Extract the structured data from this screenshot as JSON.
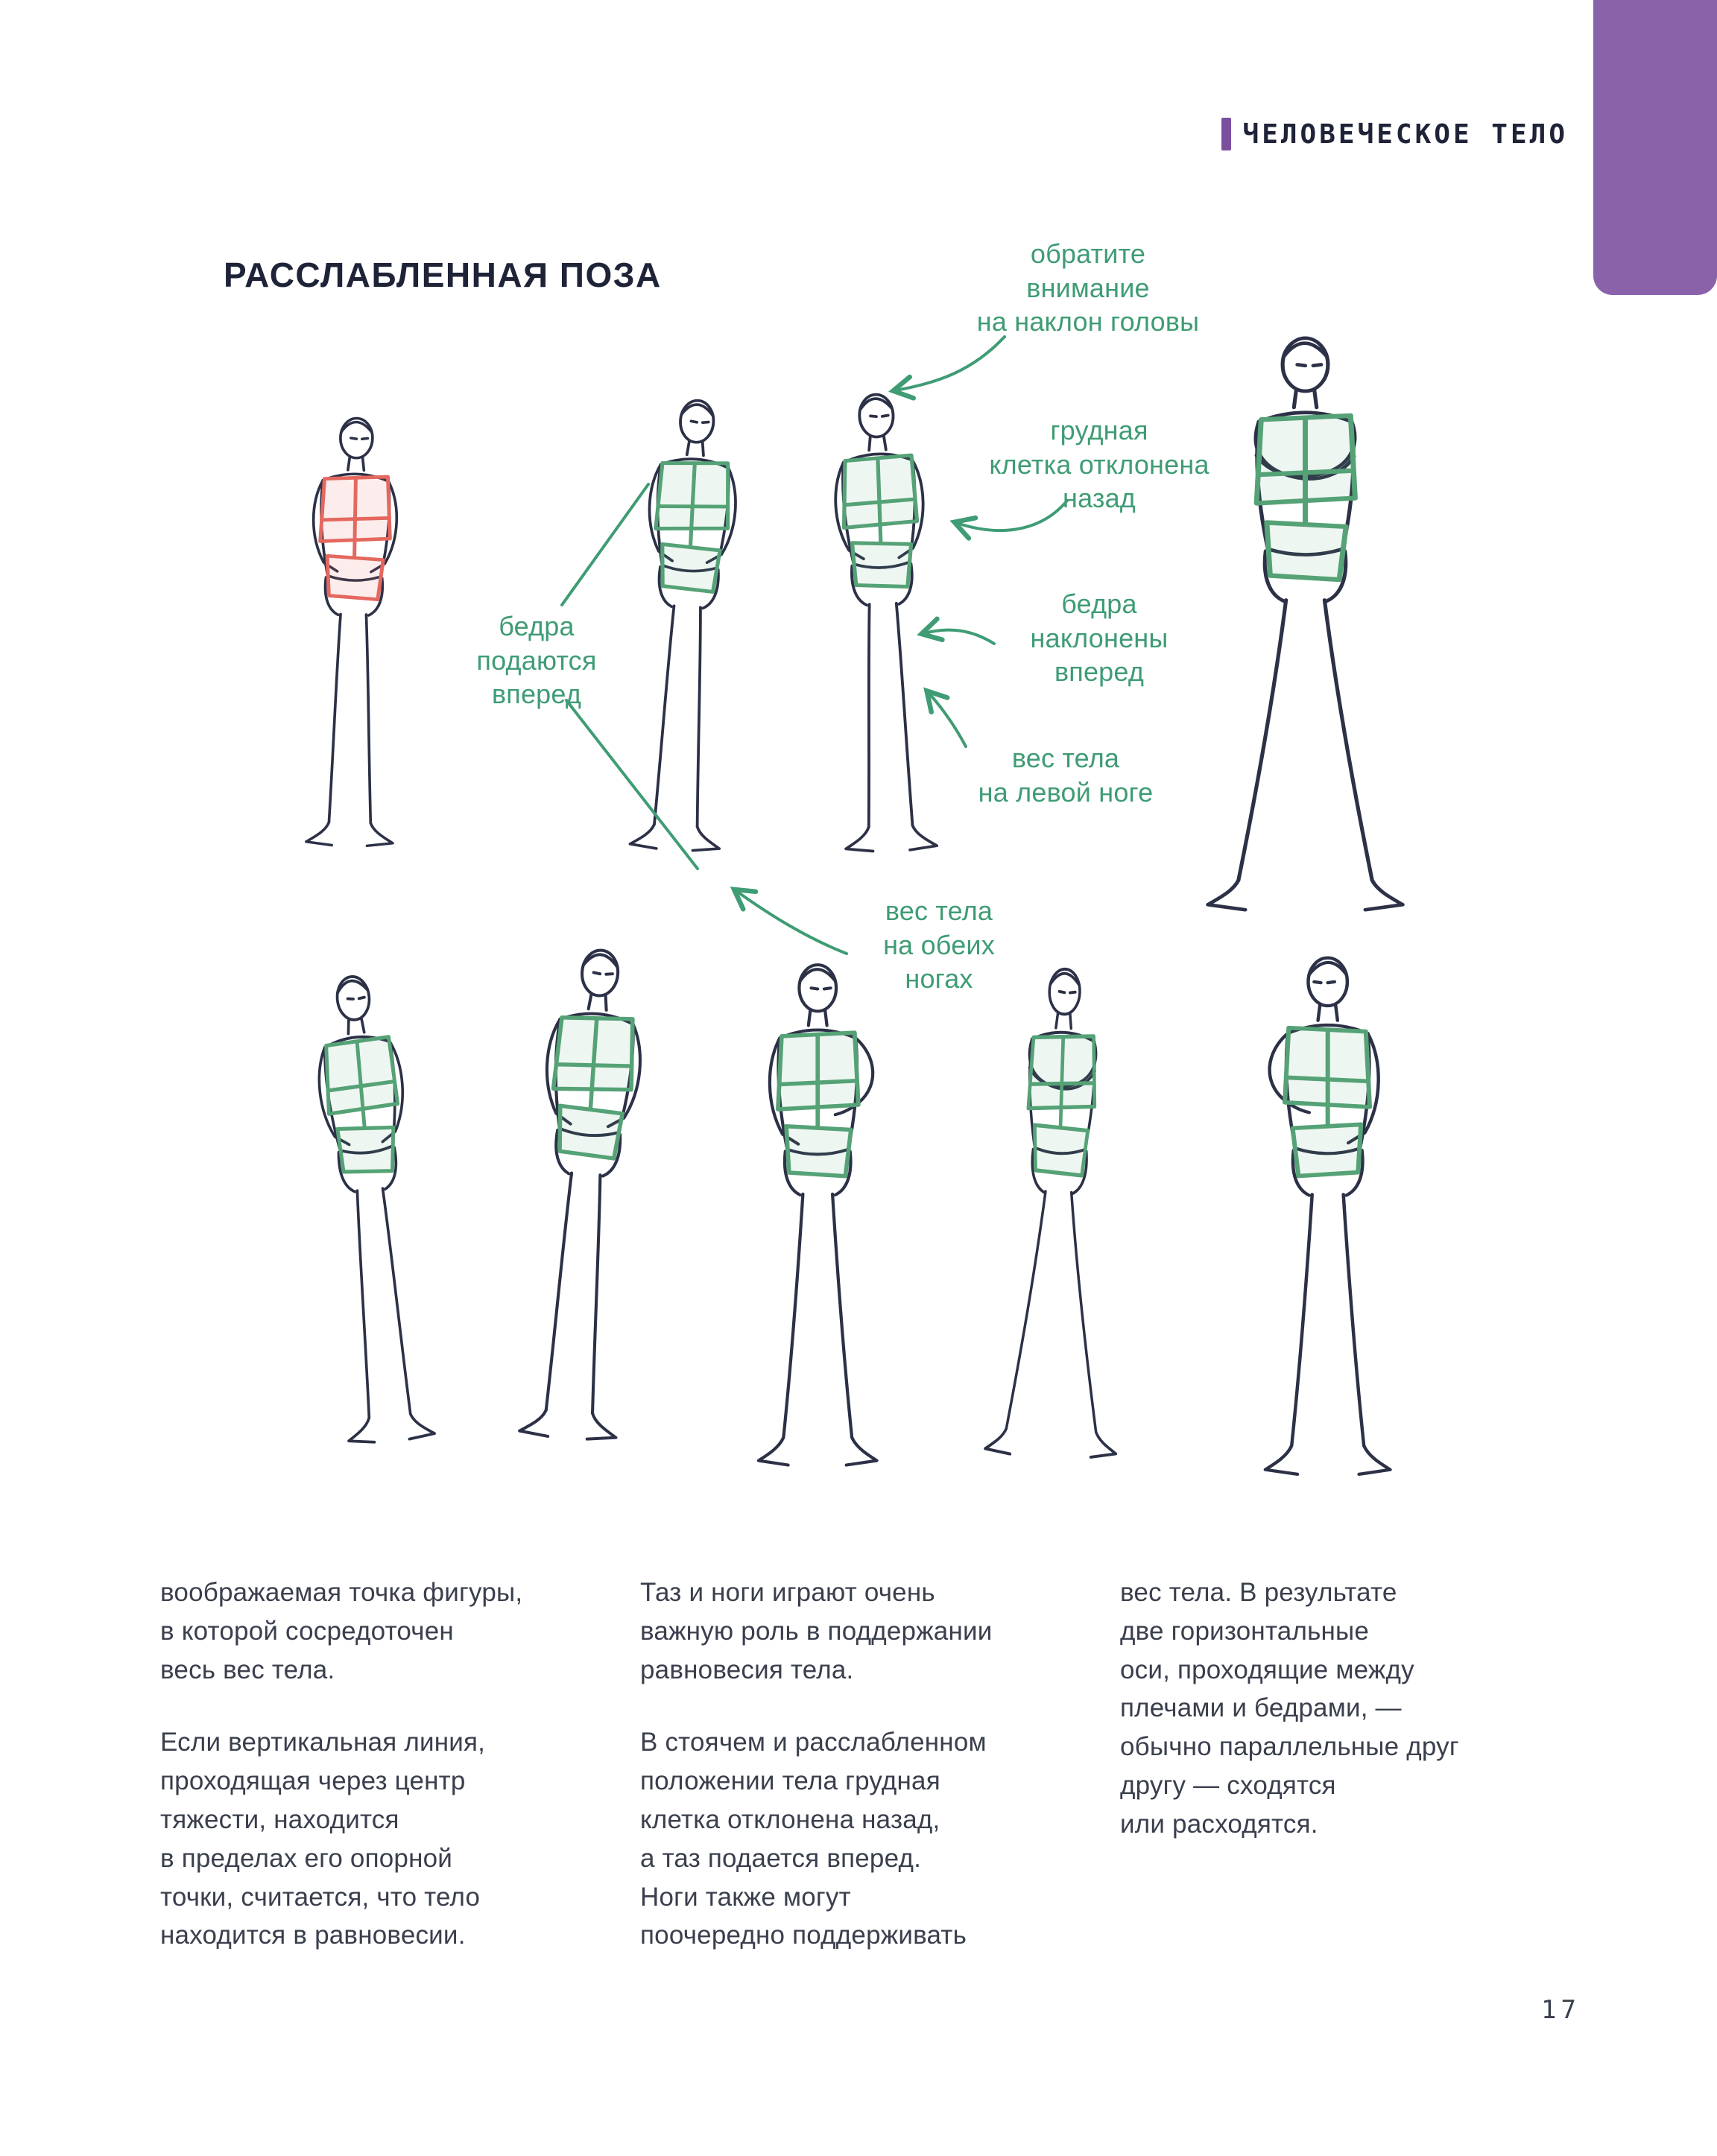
{
  "header": {
    "label": "ЧЕЛОВЕЧЕСКОЕ ТЕЛО"
  },
  "title": "РАССЛАБЛЕННАЯ ПОЗА",
  "annotations": {
    "head_tilt": "обратите\nвнимание\nна наклон головы",
    "ribcage_back": "грудная\nклетка отклонена\nназад",
    "hips_push_forward": "бедра\nподаются\nвперед",
    "hips_tilted_forward": "бедра\nнаклонены\nвперед",
    "weight_left_leg": "вес тела\nна левой ноге",
    "weight_both_legs": "вес тела\nна обеих\nногах"
  },
  "body_text": {
    "col1_p1": "воображаемая точка фигуры,\nв которой сосредоточен\nвесь вес тела.",
    "col1_p2": "Если вертикальная линия,\nпроходящая через центр\nтяжести, находится\nв пределах его опорной\nточки, считается, что тело\nнаходится в равновесии.",
    "col2_p1": "Таз и ноги играют очень\nважную роль в поддержании\nравновесия тела.",
    "col2_p2": "В стоячем и расслабленном\nположении тела грудная\nклетка отклонена назад,\nа таз подается вперед.\nНоги также могут\nпоочередно поддерживать",
    "col3_p1": "вес тела. В результате\nдве горизонтальные\nоси, проходящие между\nплечами и бедрами, —\nобычно параллельные друг\nдругу — сходятся\nили расходятся."
  },
  "page_number": "17",
  "colors": {
    "corner_tab_purple": "#8a62aa",
    "accent_bar_purple": "#7c4ea0",
    "annotation_green": "#3f9c74",
    "construction_box_green": "#55a276",
    "construction_box_red": "#e4685f",
    "sketch_ink": "#2c3147"
  }
}
